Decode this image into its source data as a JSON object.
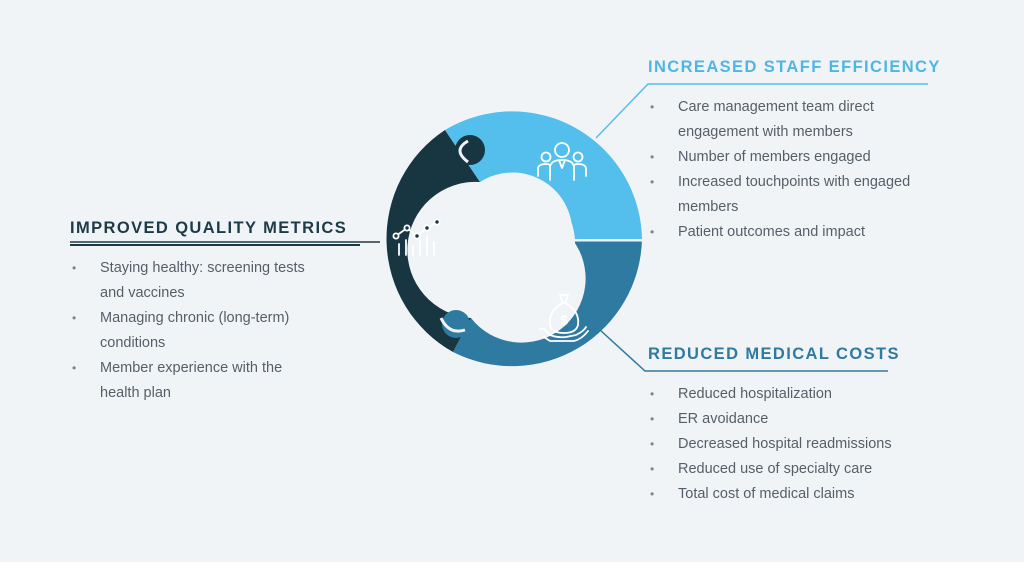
{
  "colors": {
    "background": "#f1f4f7",
    "dark_piece": "#173641",
    "light_blue_piece": "#54bfec",
    "mid_blue_piece": "#2f7aa1",
    "connector_dark": "#1d3a47",
    "connector_light": "#54bfec",
    "connector_mid": "#2f7aa1",
    "text": "#555f69"
  },
  "sections": {
    "improved_quality": {
      "title": "IMPROVED QUALITY METRICS",
      "color": "#1d3a47",
      "icon": "chart-trend-icon",
      "items": [
        "Staying healthy: screening tests",
        "and vaccines",
        "Managing chronic (long-term)",
        "conditions",
        "Member experience with the",
        "health plan"
      ]
    },
    "staff_efficiency": {
      "title": "INCREASED STAFF EFFICIENCY",
      "color": "#4fb6e3",
      "icon": "team-icon",
      "items": [
        "Care management team direct",
        "engagement with members",
        "Number of members engaged",
        "Increased touchpoints with engaged",
        "members",
        "Patient outcomes and impact"
      ]
    },
    "medical_costs": {
      "title": "REDUCED MEDICAL COSTS",
      "color": "#2f7aa1",
      "icon": "money-bag-hand-icon",
      "items": [
        "Reduced hospitalization",
        "ER avoidance",
        "Decreased hospital readmissions",
        "Reduced use of specialty care",
        "Total cost of medical claims"
      ]
    }
  }
}
